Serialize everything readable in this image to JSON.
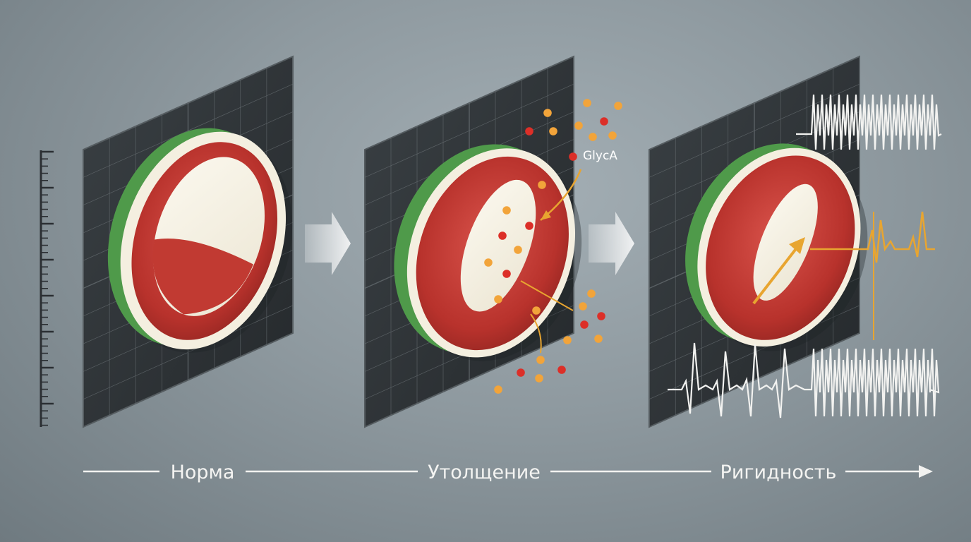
{
  "stages": [
    {
      "id": "norm",
      "label": "Норма"
    },
    {
      "id": "thick",
      "label": "Утолщение"
    },
    {
      "id": "rigid",
      "label": "Ригидность"
    }
  ],
  "annotation": {
    "label": "GlycA"
  },
  "colors": {
    "background": "#8e999f",
    "panel": "#2e3337",
    "myocardium": "#b8322c",
    "outer_rim": "#f4efe0",
    "epicardium_green": "#4f9a4a",
    "particle_orange": "#f2a43a",
    "particle_red": "#dc2f28",
    "signal_orange": "#e8a530",
    "signal_white": "#f2f2f0"
  }
}
